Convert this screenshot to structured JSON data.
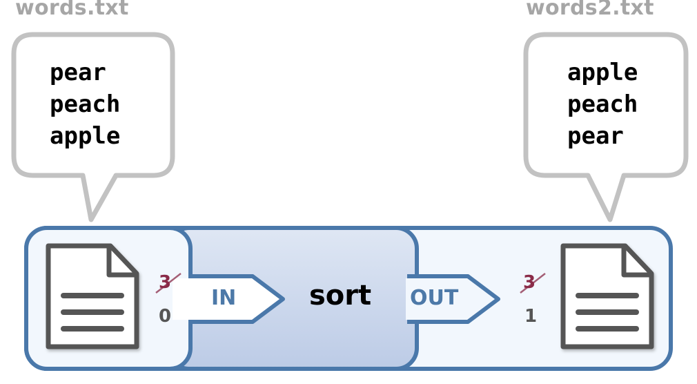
{
  "input_file": {
    "name": "words.txt",
    "lines": [
      "pear",
      "peach",
      "apple"
    ]
  },
  "output_file": {
    "name": "words2.txt",
    "lines": [
      "apple",
      "peach",
      "pear"
    ]
  },
  "process": {
    "name": "sort",
    "in_label": "IN",
    "out_label": "OUT"
  },
  "descriptors": {
    "in_old": "3",
    "in_new": "0",
    "out_old": "3",
    "out_new": "1"
  },
  "colors": {
    "frame_blue": "#4a78aa",
    "light_fill": "#f2f7fd",
    "process_fill": "#c3d1ea",
    "bubble_gray": "#c2c2c2",
    "doc_gray": "#555555",
    "strike_red": "#8a2b48"
  },
  "icons": [
    "document-icon",
    "document-icon"
  ]
}
